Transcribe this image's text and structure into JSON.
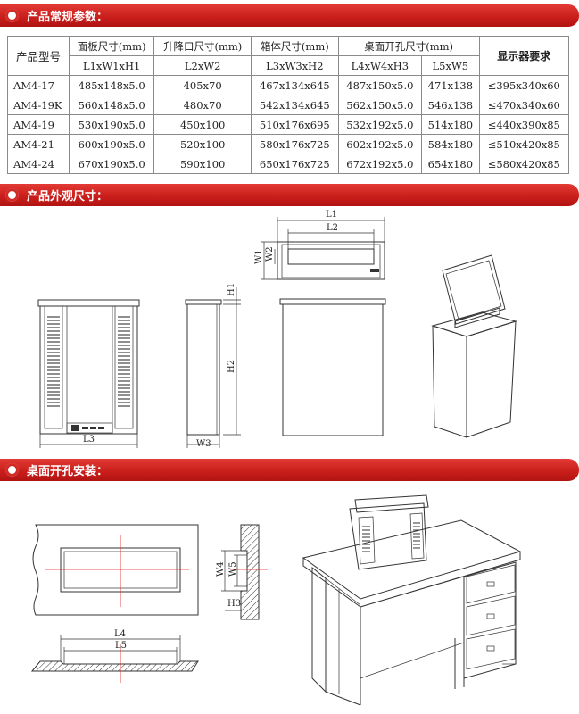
{
  "sections": {
    "params_title": "产品常规参数：",
    "outline_title": "产品外观尺寸：",
    "install_title": "桌面开孔安装："
  },
  "table": {
    "model_header": "产品型号",
    "panel_header": "面板尺寸(mm)",
    "panel_sub": "L1xW1xH1",
    "lift_header": "升降口尺寸(mm)",
    "lift_sub": "L2xW2",
    "box_header": "箱体尺寸(mm)",
    "box_sub": "L3xW3xH2",
    "hole_header": "桌面开孔尺寸(mm)",
    "hole_sub_a": "L4xW4xH3",
    "hole_sub_b": "L5xW5",
    "display_header": "显示器要求",
    "rows": [
      {
        "model": "AM4-17",
        "panel": "485x148x5.0",
        "lift": "405x70",
        "box": "467x134x645",
        "hole_a": "487x150x5.0",
        "hole_b": "471x138",
        "display": "≤395x340x60"
      },
      {
        "model": "AM4-19K",
        "panel": "560x148x5.0",
        "lift": "480x70",
        "box": "542x134x645",
        "hole_a": "562x150x5.0",
        "hole_b": "546x138",
        "display": "≤470x340x60"
      },
      {
        "model": "AM4-19",
        "panel": "530x190x5.0",
        "lift": "450x100",
        "box": "510x176x695",
        "hole_a": "532x192x5.0",
        "hole_b": "514x180",
        "display": "≤440x390x85"
      },
      {
        "model": "AM4-21",
        "panel": "600x190x5.0",
        "lift": "520x100",
        "box": "580x176x725",
        "hole_a": "602x192x5.0",
        "hole_b": "584x180",
        "display": "≤510x420x85"
      },
      {
        "model": "AM4-24",
        "panel": "670x190x5.0",
        "lift": "590x100",
        "box": "650x176x725",
        "hole_a": "672x192x5.0",
        "hole_b": "654x180",
        "display": "≤580x420x85"
      }
    ]
  },
  "labels": {
    "L1": "L1",
    "L2": "L2",
    "W1": "W1",
    "W2": "W2",
    "H1": "H1",
    "H2": "H2",
    "L3": "L3",
    "W3": "W3",
    "L4": "L4",
    "L5": "L5",
    "W4": "W4",
    "W5": "W5",
    "H3": "H3"
  }
}
